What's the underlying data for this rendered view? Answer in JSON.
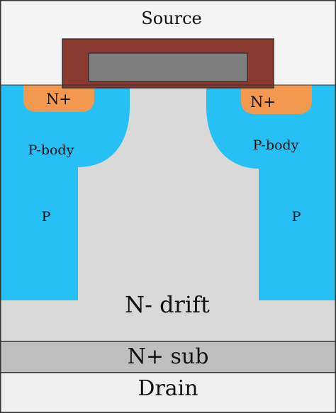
{
  "labels": {
    "source": "Source",
    "n_plus_left": "N+",
    "n_plus_right": "N+",
    "p_body_left": "P-body",
    "p_body_right": "P-body",
    "p_left": "P",
    "p_right": "P",
    "n_drift": "N- drift",
    "n_sub": "N+ sub",
    "drain": "Drain"
  },
  "colors": {
    "source_bg": "#f4f4f4",
    "n_drift": "#d9d9d9",
    "p_region": "#27c0f5",
    "n_plus": "#f2994f",
    "gate_oxide": "#8b3a32",
    "gate_poly": "#7f7f7f",
    "n_sub": "#bfbfbf",
    "drain_bg": "#efefef",
    "outline": "#333333"
  }
}
